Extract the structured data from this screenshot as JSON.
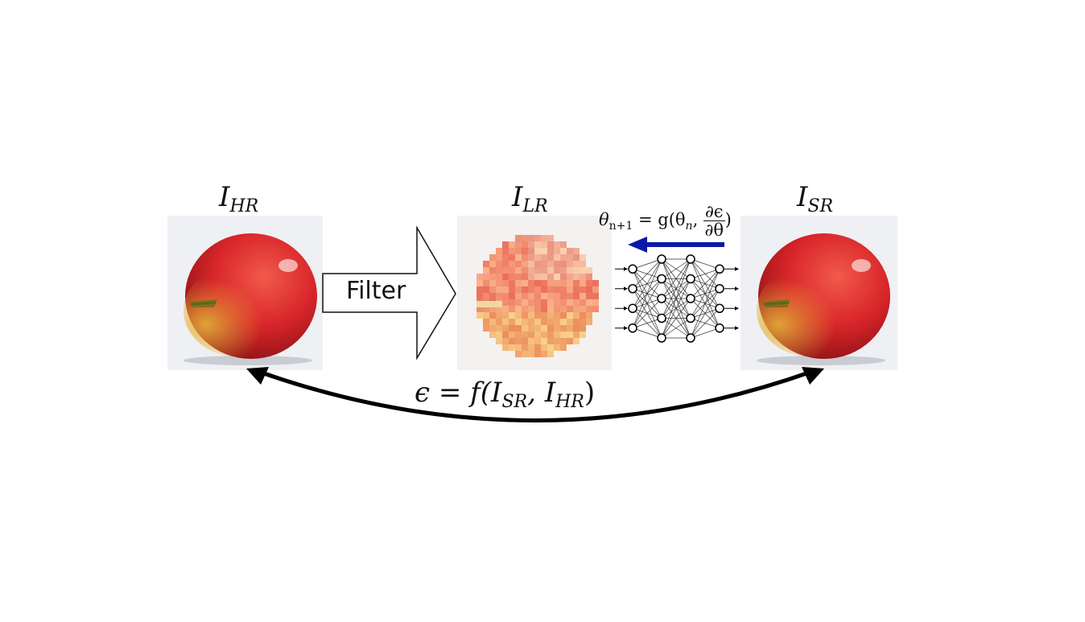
{
  "labels": {
    "hr": {
      "base": "I",
      "sub": "HR"
    },
    "lr": {
      "base": "I",
      "sub": "LR"
    },
    "sr": {
      "base": "I",
      "sub": "SR"
    }
  },
  "filter_label": "Filter",
  "update_equation": {
    "lhs_theta": "θ",
    "lhs_sub": "n+1",
    "eq": " = g(θ",
    "mid_sub": "n",
    "comma": ", ",
    "num": "∂ϵ",
    "den": "∂θ",
    "close": ")"
  },
  "error_equation": {
    "lhs": "ϵ = f(I",
    "sub1": "SR",
    "mid": ", I",
    "sub2": "HR",
    "close": ")"
  },
  "colors": {
    "update_arrow": "#0a1aa8",
    "loop_arrow": "#000000",
    "apple_red": "#d8252a"
  },
  "network": {
    "layers": [
      4,
      5,
      5,
      4
    ]
  }
}
